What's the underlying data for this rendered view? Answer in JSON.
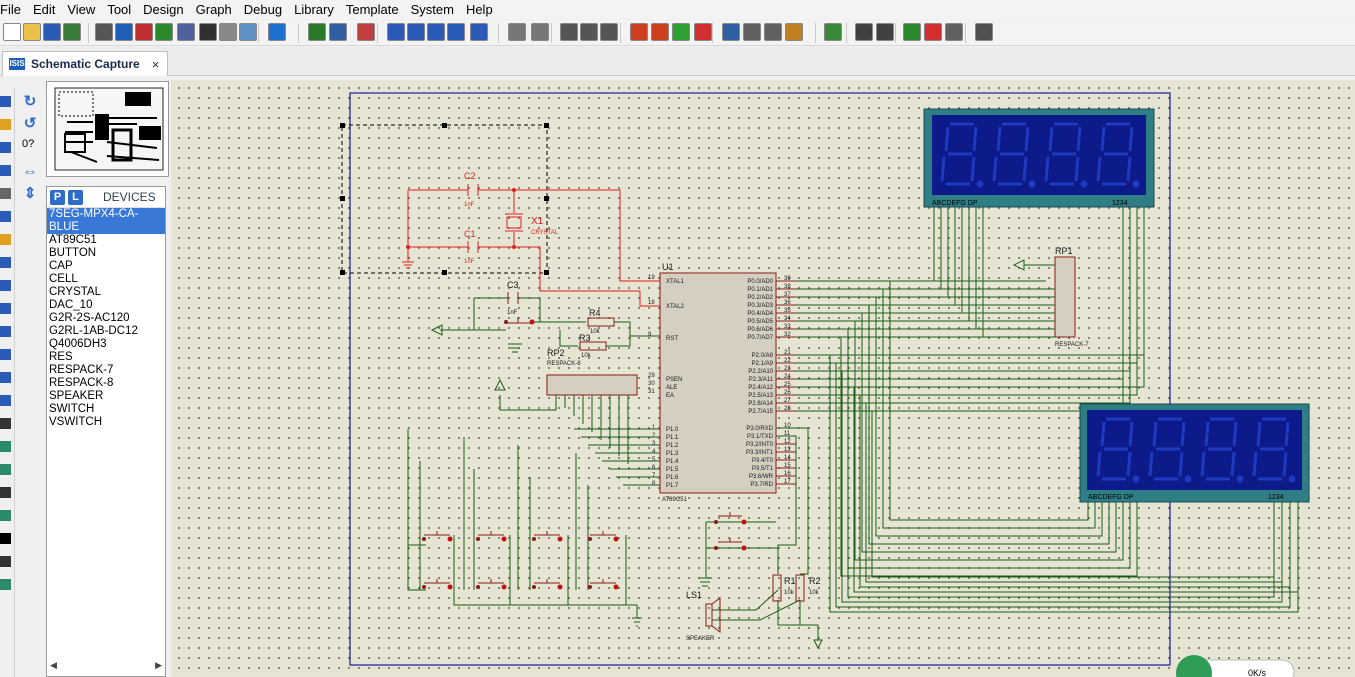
{
  "menu": [
    "File",
    "Edit",
    "View",
    "Tool",
    "Design",
    "Graph",
    "Debug",
    "Library",
    "Template",
    "System",
    "Help"
  ],
  "tab": {
    "label": "Schematic Capture",
    "close": "×",
    "icon": "ISIS"
  },
  "rotation": {
    "value": "0?"
  },
  "devices": {
    "p_button": "P",
    "l_button": "L",
    "title": "DEVICES",
    "items": [
      "7SEG-MPX4-CA-BLUE",
      "AT89C51",
      "BUTTON",
      "CAP",
      "CELL",
      "CRYSTAL",
      "DAC_10",
      "G2R-2S-AC120",
      "G2RL-1AB-DC12",
      "Q4006DH3",
      "RES",
      "RESPACK-7",
      "RESPACK-8",
      "SPEAKER",
      "SWITCH",
      "VSWITCH"
    ],
    "selected_index": 0
  },
  "schematic": {
    "c2": "C2",
    "c1": "C1",
    "c3": "C3",
    "cap_val": "1nF",
    "x1": "X1",
    "x1_type": "CRYSTAL",
    "r4": "R4",
    "r3": "R3",
    "r1": "R1",
    "r2": "R2",
    "res_val": "10k",
    "rp2": "RP2",
    "rp2_type": "RESPACK-8",
    "rp1": "RP1",
    "rp1_type": "RESPACK-7",
    "u1": "U1",
    "u1_type": "AT89C51",
    "ls1": "LS1",
    "ls1_type": "SPEAKER",
    "disp_seg_label": "ABCDEFG  DP",
    "disp_dig_label": "1234",
    "pins_left": [
      [
        "19",
        "XTAL1"
      ],
      [
        "18",
        "XTAL2"
      ],
      [
        "9",
        "RST"
      ],
      [
        "29",
        "PSEN"
      ],
      [
        "30",
        "ALE"
      ],
      [
        "31",
        "EA"
      ]
    ],
    "pins_p1": [
      "P1.0",
      "P1.1",
      "P1.2",
      "P1.3",
      "P1.4",
      "P1.5",
      "P1.6",
      "P1.7"
    ],
    "pins_p0": [
      [
        "39",
        "P0.0/AD0"
      ],
      [
        "38",
        "P0.1/AD1"
      ],
      [
        "37",
        "P0.2/AD2"
      ],
      [
        "36",
        "P0.3/AD3"
      ],
      [
        "35",
        "P0.4/AD4"
      ],
      [
        "34",
        "P0.5/AD5"
      ],
      [
        "33",
        "P0.6/AD6"
      ],
      [
        "32",
        "P0.7/AD7"
      ]
    ],
    "pins_p2": [
      [
        "21",
        "P2.0/A8"
      ],
      [
        "22",
        "P2.1/A9"
      ],
      [
        "23",
        "P2.2/A10"
      ],
      [
        "24",
        "P2.3/A11"
      ],
      [
        "25",
        "P2.4/A12"
      ],
      [
        "26",
        "P2.5/A13"
      ],
      [
        "27",
        "P2.6/A14"
      ],
      [
        "28",
        "P2.7/A15"
      ]
    ],
    "pins_p3": [
      [
        "10",
        "P3.0/RXD"
      ],
      [
        "11",
        "P3.1/TXD"
      ],
      [
        "12",
        "P3.2/INT0"
      ],
      [
        "13",
        "P3.3/INT1"
      ],
      [
        "14",
        "P3.4/T0"
      ],
      [
        "15",
        "P3.5/T1"
      ],
      [
        "16",
        "P3.6/WR"
      ],
      [
        "17",
        "P3.7/RD"
      ]
    ],
    "status_speed": "0K/s"
  },
  "colors": {
    "wire": "#1a5c1a",
    "part": "#8b1a1a",
    "red_wire": "#e02020",
    "display_bg": "#0c1a8a",
    "display_frame": "#2f7e86"
  }
}
